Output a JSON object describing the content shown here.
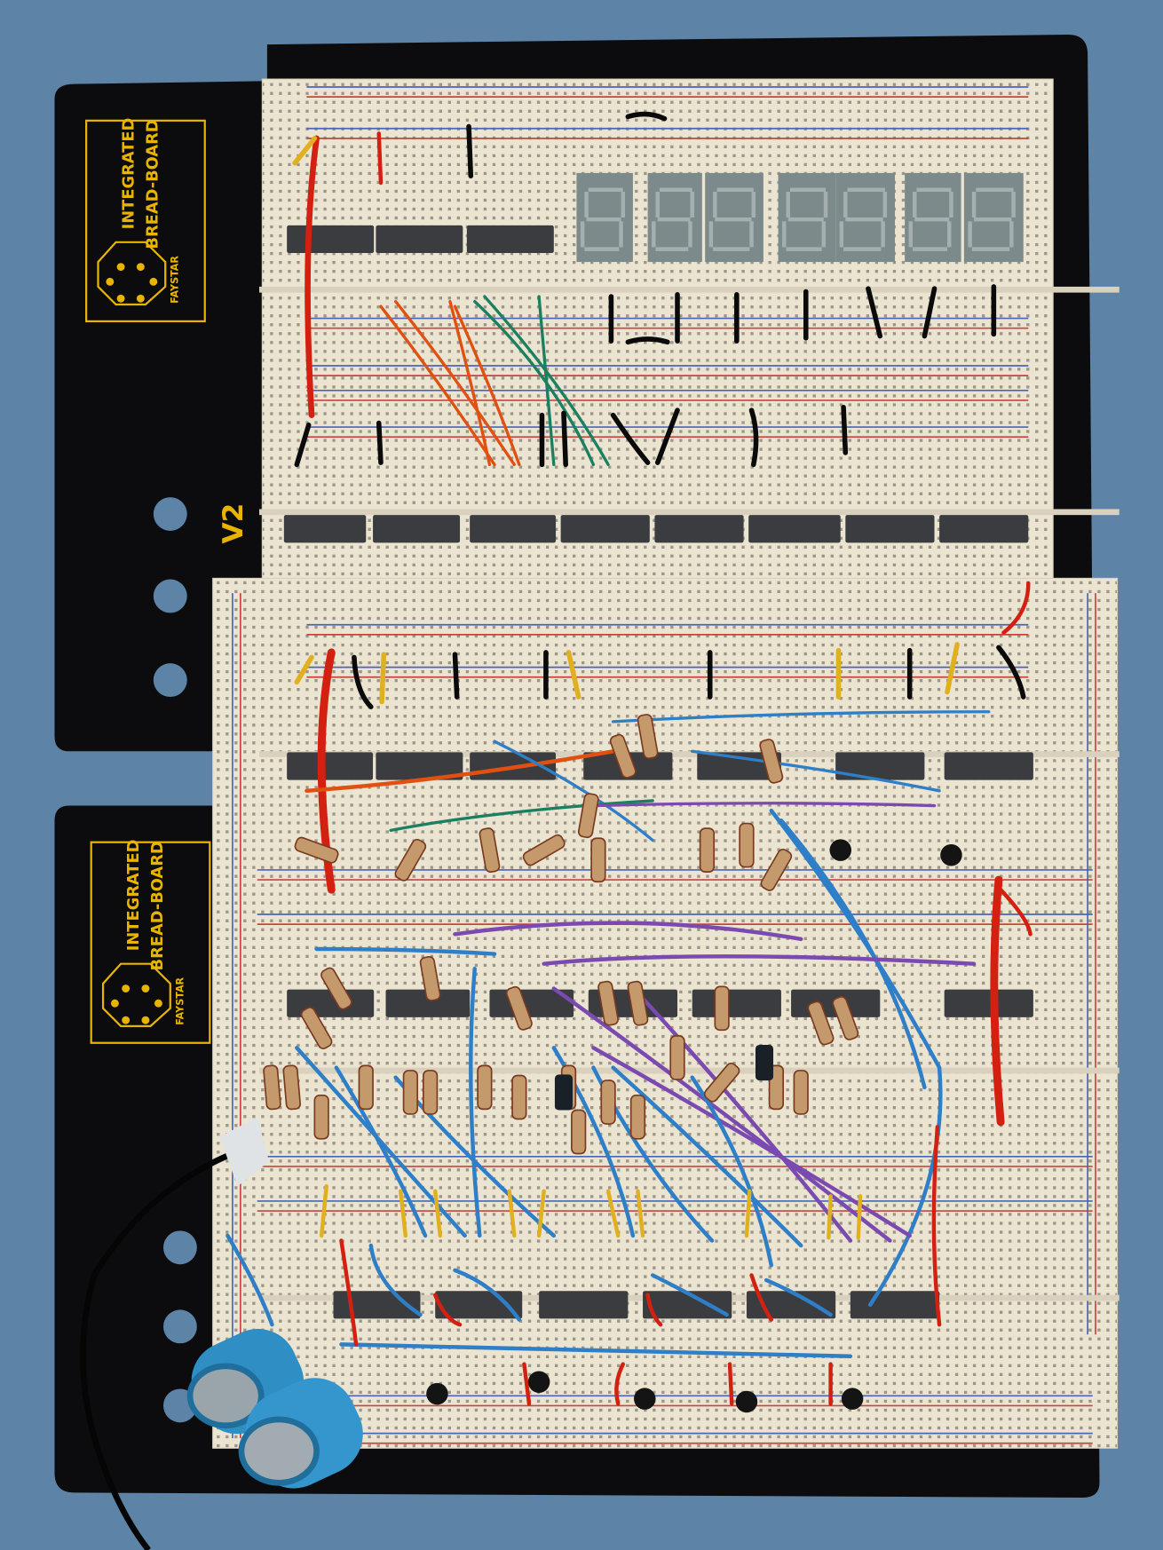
{
  "board": {
    "logos": [
      {
        "line1": "INTEGRATED",
        "line2": "BREAD-BOARD",
        "maker": "FAYSTAR"
      },
      {
        "line1": "INTEGRATED",
        "line2": "BREAD-BOARD",
        "maker": "FAYSTAR"
      }
    ],
    "version_mark": "V2"
  },
  "colors": {
    "background": "#5d84a6",
    "board": "#0c0c0e",
    "breadboard": "#ece6d4",
    "logo": "#e8b400",
    "rail_red": "#c8443c",
    "rail_blue": "#4a64b8",
    "chip": "#3a3c40",
    "display": "#7c8a8c",
    "capacitor": "#2f8ec4"
  }
}
